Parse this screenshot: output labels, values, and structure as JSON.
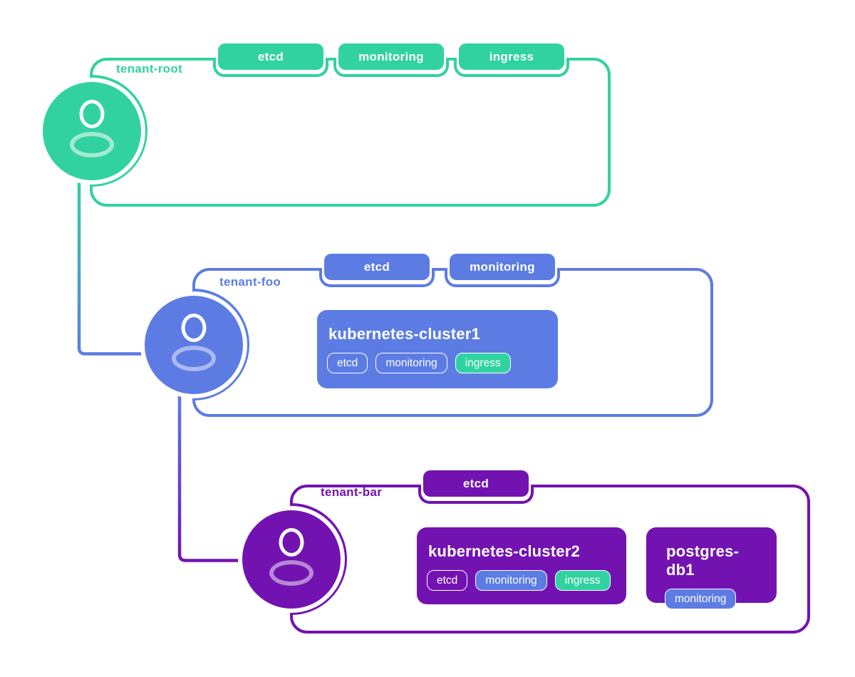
{
  "palette": {
    "green": "#31d2a0",
    "blue": "#5c7ce4",
    "purple": "#7213b1",
    "green_light": "#a4ead0",
    "blue_light": "#aab9f0",
    "purple_light": "#b489d6"
  },
  "tenants": [
    {
      "name": "tenant-root",
      "icon": "person-icon",
      "color": "#31d2a0",
      "light_color": "#a4ead0",
      "cluster_tags": [
        "etcd",
        "monitoring",
        "ingress"
      ],
      "workloads": []
    },
    {
      "name": "tenant-foo",
      "icon": "person-icon",
      "color": "#5c7ce4",
      "light_color": "#aab9f0",
      "cluster_tags": [
        "etcd",
        "monitoring"
      ],
      "workloads": [
        {
          "name": "kubernetes-cluster1",
          "tags": [
            {
              "label": "etcd",
              "variant": "outline"
            },
            {
              "label": "monitoring",
              "variant": "outline"
            },
            {
              "label": "ingress",
              "variant": "green"
            }
          ]
        }
      ]
    },
    {
      "name": "tenant-bar",
      "icon": "person-icon",
      "color": "#7213b1",
      "light_color": "#b489d6",
      "cluster_tags": [
        "etcd"
      ],
      "workloads": [
        {
          "name": "kubernetes-cluster2",
          "tags": [
            {
              "label": "etcd",
              "variant": "outline"
            },
            {
              "label": "monitoring",
              "variant": "blue"
            },
            {
              "label": "ingress",
              "variant": "green"
            }
          ]
        },
        {
          "name": "postgres-db1",
          "tags": [
            {
              "label": "monitoring",
              "variant": "blue"
            }
          ]
        }
      ]
    }
  ],
  "connections": [
    {
      "from": "tenant-root",
      "to": "tenant-foo"
    },
    {
      "from": "tenant-foo",
      "to": "tenant-bar"
    }
  ]
}
